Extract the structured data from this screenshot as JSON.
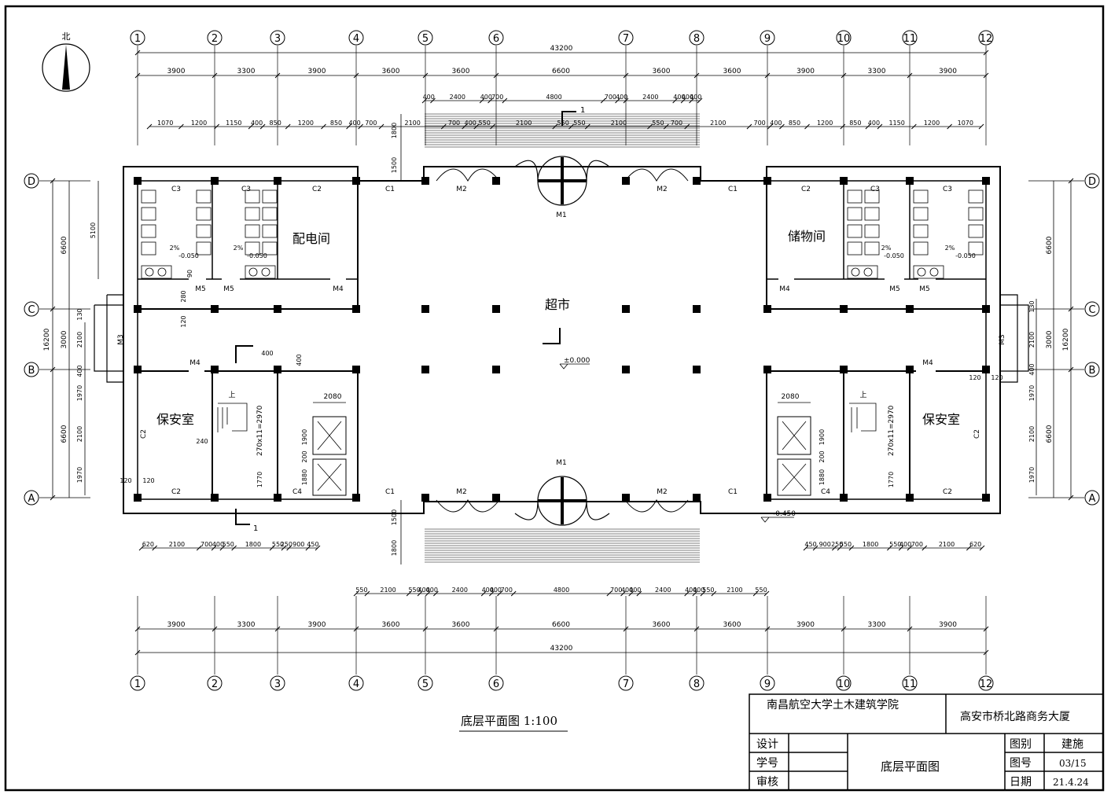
{
  "drawing": {
    "north_label": "北",
    "caption": "底层平面图 1:100",
    "axes_x": [
      "1",
      "2",
      "3",
      "4",
      "5",
      "6",
      "7",
      "8",
      "9",
      "10",
      "11",
      "12"
    ],
    "axes_y": [
      "A",
      "B",
      "C",
      "D"
    ],
    "overall_width": "43200",
    "bay_dims": [
      "3900",
      "3300",
      "3900",
      "3600",
      "3600",
      "6600",
      "3600",
      "3600",
      "3900",
      "3300",
      "3900"
    ],
    "overall_depth": "16200",
    "depth_dims_left": [
      "6600",
      "3000",
      "6600"
    ],
    "depth_dims_right": [
      "6600",
      "3000",
      "6600"
    ],
    "left_inner_dims": [
      "5100",
      "130",
      "2100",
      "400",
      "1970",
      "2100",
      "1970"
    ],
    "right_inner_dims": [
      "130",
      "2100",
      "400",
      "1970",
      "2100",
      "1970"
    ],
    "top_detail_row1": [
      "400",
      "2400",
      "400",
      "700",
      "4800",
      "700",
      "400",
      "2400",
      "400",
      "400",
      "400"
    ],
    "top_detail_row2": [
      "1070",
      "1200",
      "1150",
      "400",
      "850",
      "1200",
      "850",
      "400",
      "700",
      "2100",
      "700",
      "400",
      "550",
      "2100",
      "550",
      "550",
      "2100",
      "550",
      "700",
      "2100",
      "700",
      "400",
      "850",
      "1200",
      "850",
      "400",
      "1150",
      "1200",
      "1070"
    ],
    "bottom_detail_left": [
      "620",
      "2100",
      "700",
      "400",
      "550",
      "1800",
      "550",
      "250",
      "900",
      "450"
    ],
    "bottom_detail_right": [
      "450",
      "900",
      "250",
      "550",
      "1800",
      "550",
      "400",
      "700",
      "2100",
      "620"
    ],
    "bottom_detail_mid": [
      "550",
      "2100",
      "550",
      "400",
      "400",
      "2400",
      "400",
      "400",
      "700",
      "4800",
      "700",
      "400",
      "400",
      "2400",
      "400",
      "400",
      "550",
      "2100",
      "550"
    ],
    "stair_heights": [
      "1800",
      "1500"
    ],
    "rooms": [
      "配电间",
      "储物间",
      "超市",
      "保安室",
      "保安室"
    ],
    "labels": {
      "windows": [
        "C1",
        "C2",
        "C3",
        "C4"
      ],
      "doors": [
        "M1",
        "M2",
        "M3",
        "M4",
        "M5"
      ],
      "elevation_zero": "±0.000",
      "elevation_out": "-0.450",
      "toilet_level": "-0.050",
      "slope": "2%",
      "stair_spec": "270x11=2970",
      "stair_up": "上",
      "elev_dims": [
        "2080",
        "1900",
        "200",
        "1880",
        "1770"
      ],
      "misc_dims": [
        "120",
        "240",
        "280",
        "90",
        "400"
      ],
      "section_mark": "1"
    }
  },
  "title_block": {
    "school": "南昌航空大学土木建筑学院",
    "project": "高安市桥北路商务大厦",
    "sheet_title": "底层平面图",
    "roles": [
      "设计",
      "学号",
      "审核"
    ],
    "field_labels": [
      "图别",
      "图号",
      "日期"
    ],
    "field_values": [
      "建施",
      "03/15",
      "21.4.24"
    ]
  }
}
